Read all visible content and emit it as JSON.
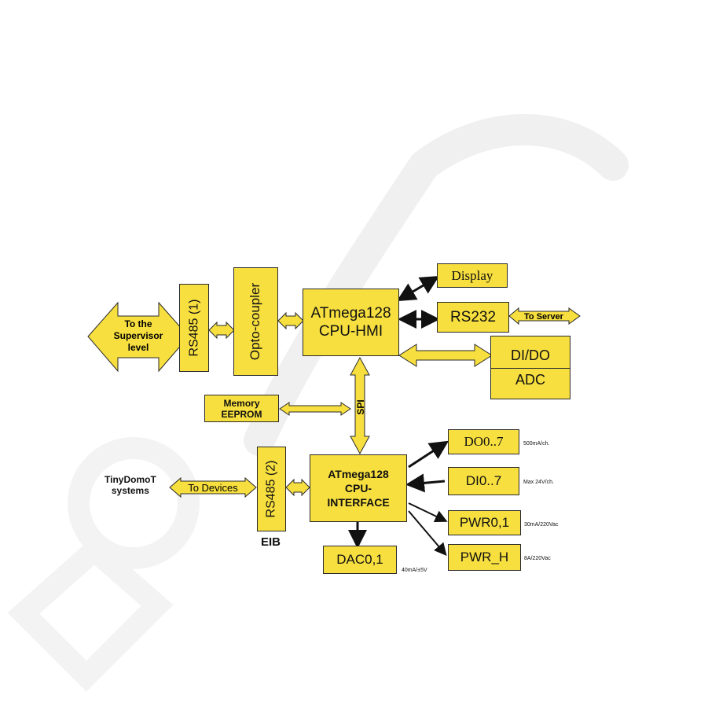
{
  "diagram": {
    "blocks": {
      "display": "Display",
      "rs232": "RS232",
      "cpu_hmi_line1": "ATmega128",
      "cpu_hmi_line2": "CPU-HMI",
      "dido": "DI/DO",
      "adc": "ADC",
      "rs485_1": "RS485 (1)",
      "opto": "Opto-coupler",
      "memory_line1": "Memory",
      "memory_line2": "EEPROM",
      "cpu_if_line1": "ATmega128",
      "cpu_if_line2": "CPU-",
      "cpu_if_line3": "INTERFACE",
      "rs485_2": "RS485 (2)",
      "do07": "DO0..7",
      "di07": "DI0..7",
      "pwr01": "PWR0,1",
      "pwrh": "PWR_H",
      "dac01": "DAC0,1"
    },
    "arrows": {
      "supervisor_line1": "To the",
      "supervisor_line2": "Supervisor",
      "supervisor_line3": "level",
      "to_server": "To Server",
      "to_devices": "To Devices",
      "spi": "SPI"
    },
    "labels": {
      "tinydomot_line1": "TinyDomoT",
      "tinydomot_line2": "systems",
      "eib": "EIB",
      "do_spec": "500mA/ch.",
      "di_spec": "Max 24V/ch.",
      "pwr01_spec": "30mA/220Vac",
      "pwrh_spec": "8A/220Vac",
      "dac_spec": "40mA/±5V"
    }
  },
  "colors": {
    "block_fill": "#f7df3f",
    "outline": "#2a2a2a",
    "watermark": "#efefef"
  }
}
